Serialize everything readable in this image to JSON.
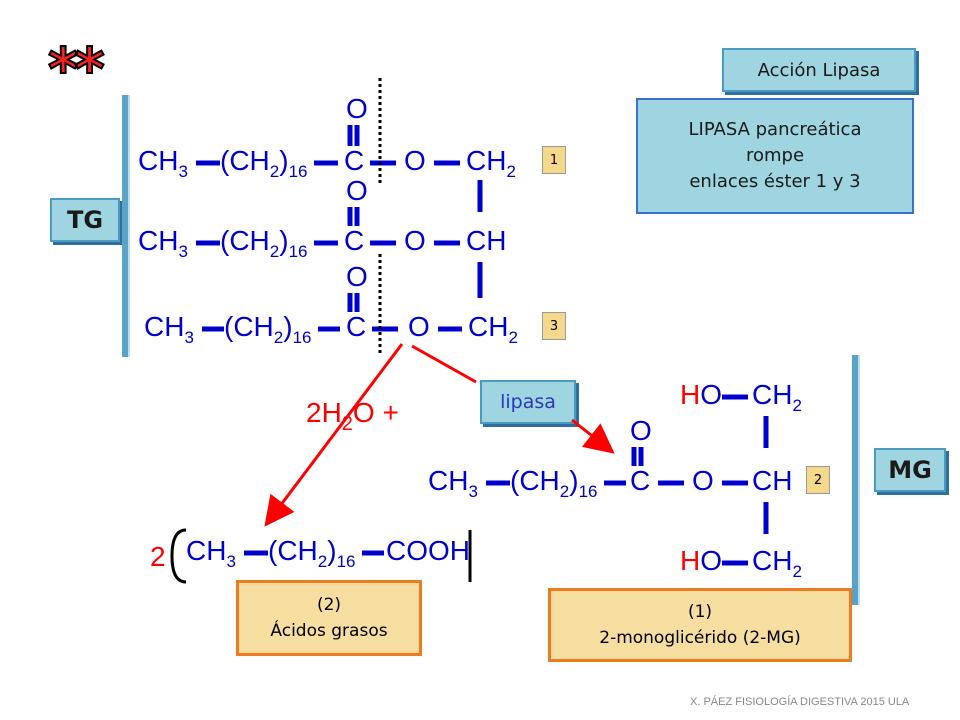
{
  "header": {
    "stars": "**"
  },
  "tags": {
    "accion": "Acción Lipasa",
    "tg": "TG",
    "mg": "MG",
    "lipasa": "lipasa"
  },
  "lipase_info": {
    "line1": "LIPASA pancreática",
    "line2": "rompe",
    "line3": "enlaces éster 1 y 3"
  },
  "numbers": {
    "n1": "1",
    "n2": "2",
    "n3": "3"
  },
  "products": {
    "fatty_count": "(2)",
    "fatty_label": "Ácidos grasos",
    "mg_count": "(1)",
    "mg_label": "2-monoglicérido (2-MG)"
  },
  "chem": {
    "O": "O",
    "C": "C",
    "CH": "CH",
    "CH2": "CH",
    "CH3": "CH",
    "sub2": "2",
    "sub3": "3",
    "sub16": "16",
    "ch2_group": "(CH",
    "close_paren": ")",
    "HO": "HO",
    "H": "H",
    "COOH": "COOH",
    "water": "2H",
    "water_O": "O +",
    "coeff": "2"
  },
  "footer": "X. PÁEZ   FISIOLOGÍA DIGESTIVA 2015 ULA",
  "colors": {
    "blue": "#0000cc",
    "red": "#ff0000",
    "tag": "#9fd5e0",
    "orange": "#f07a20"
  }
}
